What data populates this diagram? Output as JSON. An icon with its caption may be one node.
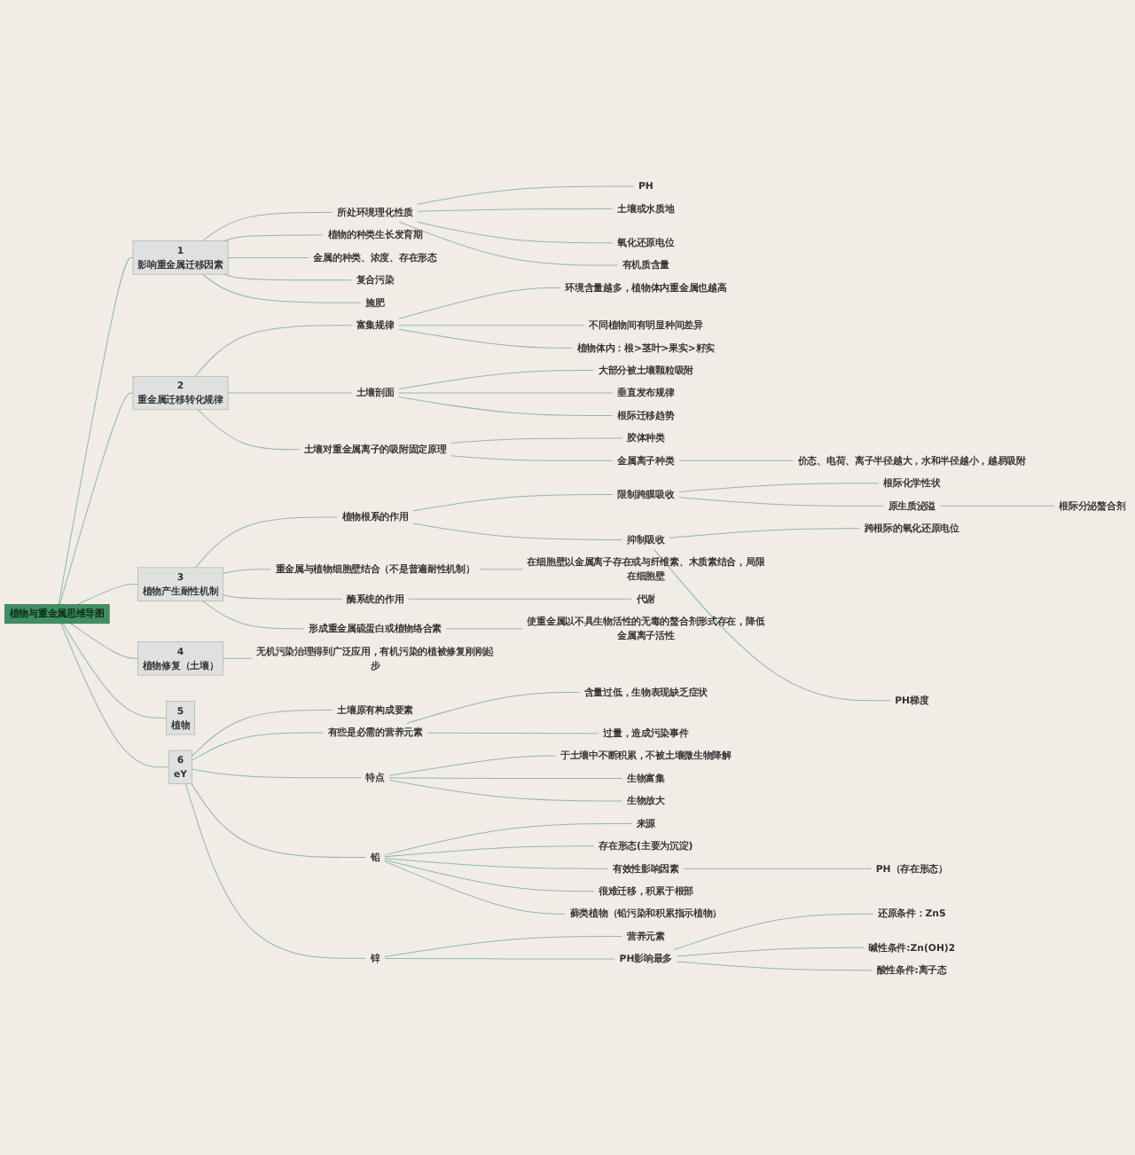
{
  "diagram": {
    "nodes": [
      {
        "text": [
          "植物与重金属思维导图"
        ]
      },
      {
        "text": [
          "1",
          "影响重金属迁移因素"
        ]
      },
      {
        "text": [
          "所处环境理化性质"
        ]
      },
      {
        "text": [
          "PH"
        ]
      },
      {
        "text": [
          "土壤或水质地"
        ]
      },
      {
        "text": [
          "氧化还原电位"
        ]
      },
      {
        "text": [
          "有机质含量"
        ]
      },
      {
        "text": [
          "植物的种类生长发育期"
        ]
      },
      {
        "text": [
          "金属的种类、浓度、存在形态"
        ]
      },
      {
        "text": [
          "复合污染"
        ]
      },
      {
        "text": [
          "施肥"
        ]
      },
      {
        "text": [
          "2",
          "重金属迁移转化规律"
        ]
      },
      {
        "text": [
          "富集规律"
        ]
      },
      {
        "text": [
          "环境含量越多，植物体内重金属也越高"
        ]
      },
      {
        "text": [
          "不同植物间有明显种间差异"
        ]
      },
      {
        "text": [
          "植物体内：根>茎叶>果实>籽实"
        ]
      },
      {
        "text": [
          "土壤剖面"
        ]
      },
      {
        "text": [
          "大部分被土壤颗粒吸附"
        ]
      },
      {
        "text": [
          "垂直发布规律"
        ]
      },
      {
        "text": [
          "根际迁移趋势"
        ]
      },
      {
        "text": [
          "土壤对重金属离子的吸附固定原理"
        ]
      },
      {
        "text": [
          "胶体种类"
        ]
      },
      {
        "text": [
          "金属离子种类"
        ]
      },
      {
        "text": [
          "价态、电荷、离子半径越大，水和半径越小，越易吸附"
        ]
      },
      {
        "text": [
          "3",
          "植物产生耐性机制"
        ]
      },
      {
        "text": [
          "植物根系的作用"
        ]
      },
      {
        "text": [
          "限制跨膜吸收"
        ]
      },
      {
        "text": [
          "根际化学性状"
        ]
      },
      {
        "text": [
          "原生质泌溢"
        ]
      },
      {
        "text": [
          "根际分泌螯合剂"
        ]
      },
      {
        "text": [
          "抑制吸收"
        ]
      },
      {
        "text": [
          "跨根际的氧化还原电位"
        ]
      },
      {
        "text": [
          "PH梯度"
        ]
      },
      {
        "text": [
          "重金属与植物细胞壁结合（不是普遍耐性机制）"
        ]
      },
      {
        "text": [
          "在细胞壁以金属离子存在或与纤维素、木质素结合，局限在细胞壁"
        ]
      },
      {
        "text": [
          "酶系统的作用"
        ]
      },
      {
        "text": [
          "代谢"
        ]
      },
      {
        "text": [
          "形成重金属硫蛋白或植物络合素"
        ]
      },
      {
        "text": [
          "使重金属以不具生物活性的无毒的螯合剂形式存在，降低金属离子活性"
        ]
      },
      {
        "text": [
          "4",
          "植物修复（土壤）"
        ]
      },
      {
        "text": [
          "无机污染治理得到广泛应用，有机污染的植被修复刚刚起步"
        ]
      },
      {
        "text": [
          "5",
          "植物"
        ]
      },
      {
        "text": [
          "6",
          "eY"
        ]
      },
      {
        "text": [
          "土壤原有构成要素"
        ]
      },
      {
        "text": [
          "有些是必需的营养元素"
        ]
      },
      {
        "text": [
          "含量过低，生物表现缺乏症状"
        ]
      },
      {
        "text": [
          "过量，造成污染事件"
        ]
      },
      {
        "text": [
          "特点"
        ]
      },
      {
        "text": [
          "于土壤中不断积累，不被土壤微生物降解"
        ]
      },
      {
        "text": [
          "生物富集"
        ]
      },
      {
        "text": [
          "生物放大"
        ]
      },
      {
        "text": [
          "铅"
        ]
      },
      {
        "text": [
          "来源"
        ]
      },
      {
        "text": [
          "存在形态(主要为沉淀)"
        ]
      },
      {
        "text": [
          "有效性影响因素"
        ]
      },
      {
        "text": [
          "PH（存在形态）"
        ]
      },
      {
        "text": [
          "很难迁移，积累于根部"
        ]
      },
      {
        "text": [
          "藓类植物（铅污染和积累指示植物）"
        ]
      },
      {
        "text": [
          "锌"
        ]
      },
      {
        "text": [
          "营养元素"
        ]
      },
      {
        "text": [
          "PH影响最多"
        ]
      },
      {
        "text": [
          "还原条件：ZnS"
        ]
      },
      {
        "text": [
          "碱性条件:Zn(OH)2"
        ]
      },
      {
        "text": [
          "酸性条件:离子态"
        ]
      }
    ],
    "edges": [
      {
        "from": 0,
        "to": 1,
        "arrow": "none"
      },
      {
        "from": 1,
        "to": 2,
        "arrow": "none"
      },
      {
        "from": 2,
        "to": 3,
        "arrow": "none"
      },
      {
        "from": 2,
        "to": 4,
        "arrow": "none"
      },
      {
        "from": 2,
        "to": 5,
        "arrow": "none"
      },
      {
        "from": 2,
        "to": 6,
        "arrow": "none"
      },
      {
        "from": 1,
        "to": 7,
        "arrow": "none"
      },
      {
        "from": 1,
        "to": 8,
        "arrow": "none"
      },
      {
        "from": 1,
        "to": 9,
        "arrow": "none"
      },
      {
        "from": 1,
        "to": 10,
        "arrow": "none"
      },
      {
        "from": 0,
        "to": 11,
        "arrow": "none"
      },
      {
        "from": 11,
        "to": 12,
        "arrow": "none"
      },
      {
        "from": 12,
        "to": 13,
        "arrow": "none"
      },
      {
        "from": 12,
        "to": 14,
        "arrow": "none"
      },
      {
        "from": 12,
        "to": 15,
        "arrow": "none"
      },
      {
        "from": 11,
        "to": 16,
        "arrow": "none"
      },
      {
        "from": 16,
        "to": 17,
        "arrow": "none"
      },
      {
        "from": 16,
        "to": 18,
        "arrow": "none"
      },
      {
        "from": 16,
        "to": 19,
        "arrow": "none"
      },
      {
        "from": 11,
        "to": 20,
        "arrow": "none"
      },
      {
        "from": 20,
        "to": 21,
        "arrow": "none"
      },
      {
        "from": 20,
        "to": 22,
        "arrow": "none"
      },
      {
        "from": 22,
        "to": 23,
        "arrow": "none"
      },
      {
        "from": 0,
        "to": 24,
        "arrow": "none"
      },
      {
        "from": 24,
        "to": 25,
        "arrow": "none"
      },
      {
        "from": 25,
        "to": 26,
        "arrow": "none"
      },
      {
        "from": 26,
        "to": 27,
        "arrow": "none"
      },
      {
        "from": 26,
        "to": 28,
        "arrow": "none"
      },
      {
        "from": 28,
        "to": 29,
        "arrow": "none"
      },
      {
        "from": 25,
        "to": 30,
        "arrow": "none"
      },
      {
        "from": 30,
        "to": 31,
        "arrow": "none"
      },
      {
        "from": 30,
        "to": 32,
        "arrow": "none"
      },
      {
        "from": 24,
        "to": 33,
        "arrow": "none"
      },
      {
        "from": 33,
        "to": 34,
        "arrow": "none"
      },
      {
        "from": 24,
        "to": 35,
        "arrow": "none"
      },
      {
        "from": 35,
        "to": 36,
        "arrow": "none"
      },
      {
        "from": 24,
        "to": 37,
        "arrow": "none"
      },
      {
        "from": 37,
        "to": 38,
        "arrow": "none"
      },
      {
        "from": 0,
        "to": 39,
        "arrow": "none"
      },
      {
        "from": 39,
        "to": 40,
        "arrow": "none"
      },
      {
        "from": 0,
        "to": 41,
        "arrow": "none"
      },
      {
        "from": 0,
        "to": 42,
        "arrow": "none"
      },
      {
        "from": 42,
        "to": 43,
        "arrow": "none"
      },
      {
        "from": 42,
        "to": 44,
        "arrow": "none"
      },
      {
        "from": 44,
        "to": 45,
        "arrow": "none"
      },
      {
        "from": 44,
        "to": 46,
        "arrow": "none"
      },
      {
        "from": 42,
        "to": 47,
        "arrow": "none"
      },
      {
        "from": 47,
        "to": 48,
        "arrow": "none"
      },
      {
        "from": 47,
        "to": 49,
        "arrow": "none"
      },
      {
        "from": 47,
        "to": 50,
        "arrow": "none"
      },
      {
        "from": 42,
        "to": 51,
        "arrow": "none"
      },
      {
        "from": 51,
        "to": 52,
        "arrow": "none"
      },
      {
        "from": 51,
        "to": 53,
        "arrow": "none"
      },
      {
        "from": 51,
        "to": 54,
        "arrow": "none"
      },
      {
        "from": 54,
        "to": 55,
        "arrow": "none"
      },
      {
        "from": 51,
        "to": 56,
        "arrow": "none"
      },
      {
        "from": 51,
        "to": 57,
        "arrow": "none"
      },
      {
        "from": 42,
        "to": 58,
        "arrow": "none"
      },
      {
        "from": 58,
        "to": 59,
        "arrow": "none"
      },
      {
        "from": 58,
        "to": 60,
        "arrow": "none"
      },
      {
        "from": 60,
        "to": 61,
        "arrow": "none"
      },
      {
        "from": 60,
        "to": 62,
        "arrow": "none"
      },
      {
        "from": 60,
        "to": 63,
        "arrow": "none"
      }
    ]
  }
}
